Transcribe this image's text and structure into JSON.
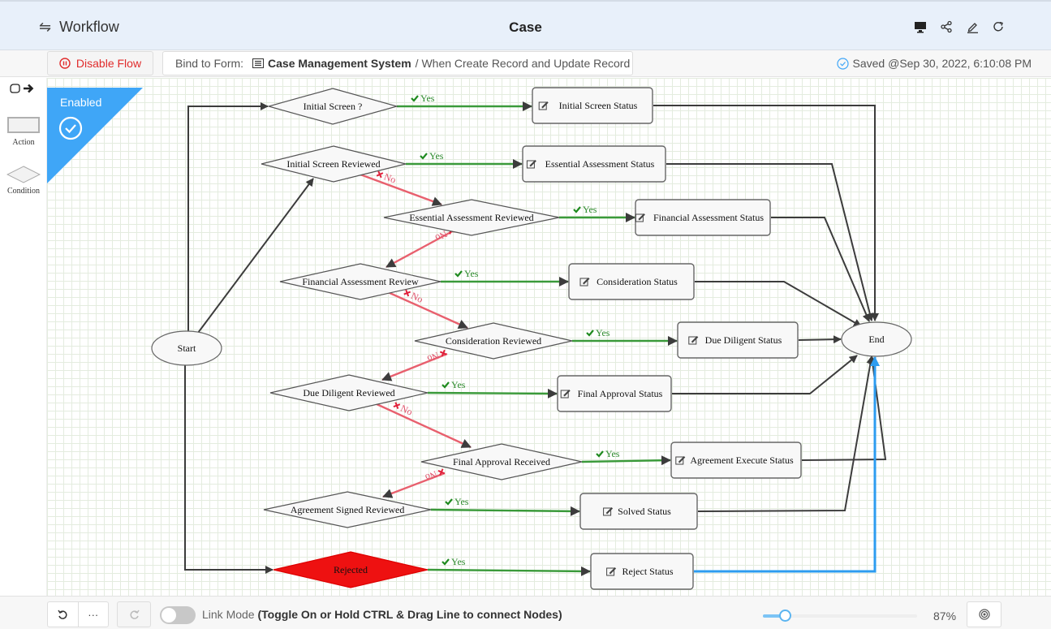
{
  "header": {
    "section_label": "Workflow",
    "title": "Case",
    "icons": [
      "desktop-icon",
      "share-icon",
      "edit-icon",
      "refresh-icon"
    ]
  },
  "subbar": {
    "disable_label": "Disable Flow",
    "bind_prefix": "Bind to Form:",
    "form_name": "Case Management System",
    "trigger": "/ When Create Record and Update Record",
    "saved": "Saved @Sep 30, 2022, 6:10:08 PM"
  },
  "palette": {
    "action_label": "Action",
    "condition_label": "Condition"
  },
  "canvas": {
    "status_label": "Enabled"
  },
  "flow": {
    "yes_label": "Yes",
    "no_label": "No",
    "nodes": [
      {
        "id": "start",
        "type": "terminal",
        "label": "Start"
      },
      {
        "id": "end",
        "type": "terminal",
        "label": "End"
      },
      {
        "id": "c1",
        "type": "condition",
        "label": "Initial Screen ?"
      },
      {
        "id": "c2",
        "type": "condition",
        "label": "Initial Screen Reviewed"
      },
      {
        "id": "c3",
        "type": "condition",
        "label": "Essential Assessment Reviewed"
      },
      {
        "id": "c4",
        "type": "condition",
        "label": "Financial Assessment Review"
      },
      {
        "id": "c5",
        "type": "condition",
        "label": "Consideration Reviewed"
      },
      {
        "id": "c6",
        "type": "condition",
        "label": "Due Diligent Reviewed"
      },
      {
        "id": "c7",
        "type": "condition",
        "label": "Final Approval Received"
      },
      {
        "id": "c8",
        "type": "condition",
        "label": "Agreement Signed Reviewed"
      },
      {
        "id": "c9",
        "type": "condition",
        "label": "Rejected",
        "highlight": "#ee1111"
      },
      {
        "id": "a1",
        "type": "action",
        "label": "Initial Screen Status"
      },
      {
        "id": "a2",
        "type": "action",
        "label": "Essential Assessment Status"
      },
      {
        "id": "a3",
        "type": "action",
        "label": "Financial Assessment Status"
      },
      {
        "id": "a4",
        "type": "action",
        "label": "Consideration Status"
      },
      {
        "id": "a5",
        "type": "action",
        "label": "Due Diligent Status"
      },
      {
        "id": "a6",
        "type": "action",
        "label": "Final Approval Status"
      },
      {
        "id": "a7",
        "type": "action",
        "label": "Agreement Execute Status"
      },
      {
        "id": "a8",
        "type": "action",
        "label": "Solved Status"
      },
      {
        "id": "a9",
        "type": "action",
        "label": "Reject Status"
      }
    ],
    "edges": [
      {
        "from": "start",
        "to": "c1",
        "kind": "plain"
      },
      {
        "from": "start",
        "to": "c2",
        "kind": "plain"
      },
      {
        "from": "start",
        "to": "c9",
        "kind": "plain"
      },
      {
        "from": "c1",
        "to": "a1",
        "kind": "yes"
      },
      {
        "from": "c2",
        "to": "a2",
        "kind": "yes"
      },
      {
        "from": "c2",
        "to": "c3",
        "kind": "no"
      },
      {
        "from": "c3",
        "to": "a3",
        "kind": "yes"
      },
      {
        "from": "c3",
        "to": "c4",
        "kind": "no"
      },
      {
        "from": "c4",
        "to": "a4",
        "kind": "yes"
      },
      {
        "from": "c4",
        "to": "c5",
        "kind": "no"
      },
      {
        "from": "c5",
        "to": "a5",
        "kind": "yes"
      },
      {
        "from": "c5",
        "to": "c6",
        "kind": "no"
      },
      {
        "from": "c6",
        "to": "a6",
        "kind": "yes"
      },
      {
        "from": "c6",
        "to": "c7",
        "kind": "no"
      },
      {
        "from": "c7",
        "to": "a7",
        "kind": "yes"
      },
      {
        "from": "c7",
        "to": "c8",
        "kind": "no"
      },
      {
        "from": "c8",
        "to": "a8",
        "kind": "yes"
      },
      {
        "from": "c9",
        "to": "a9",
        "kind": "yes"
      },
      {
        "from": "a1",
        "to": "end",
        "kind": "plain"
      },
      {
        "from": "a2",
        "to": "end",
        "kind": "plain"
      },
      {
        "from": "a3",
        "to": "end",
        "kind": "plain"
      },
      {
        "from": "a4",
        "to": "end",
        "kind": "plain"
      },
      {
        "from": "a5",
        "to": "end",
        "kind": "plain"
      },
      {
        "from": "a6",
        "to": "end",
        "kind": "plain"
      },
      {
        "from": "a7",
        "to": "end",
        "kind": "plain"
      },
      {
        "from": "a8",
        "to": "end",
        "kind": "plain"
      },
      {
        "from": "a9",
        "to": "end",
        "kind": "selected"
      }
    ]
  },
  "colors": {
    "yes": "#3a9a3a",
    "no": "#e8606e",
    "plain": "#3c3c3c",
    "selected": "#2d9cf0",
    "ribbon": "#3fa6f7"
  },
  "footer": {
    "undo_more": "···",
    "link_mode": "Link Mode",
    "link_hint": "(Toggle On or Hold CTRL & Drag Line to connect Nodes)",
    "link_mode_on": false,
    "zoom_fraction": 0.14,
    "zoom_label": "87%"
  }
}
